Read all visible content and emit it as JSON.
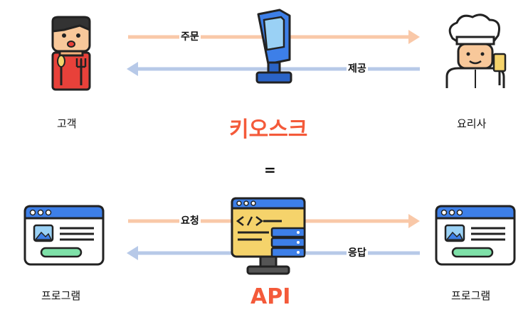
{
  "top": {
    "customer_label": "고객",
    "chef_label": "요리사",
    "center_label": "키오스크",
    "request_label": "주문",
    "response_label": "제공"
  },
  "equals": "=",
  "bottom": {
    "left_label": "프로그램",
    "right_label": "프로그램",
    "center_label": "API",
    "request_label": "요청",
    "response_label": "응답"
  },
  "colors": {
    "request_arrow": "#f9c8a8",
    "response_arrow": "#b7c9e8",
    "accent": "#f45a3a"
  },
  "icons": {
    "customer": "customer-eating-icon",
    "kiosk": "kiosk-icon",
    "chef": "chef-icon",
    "program": "browser-window-icon",
    "server": "code-server-icon"
  }
}
